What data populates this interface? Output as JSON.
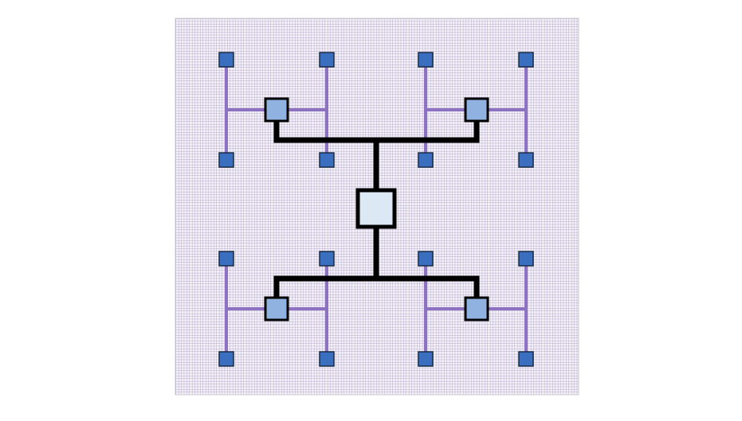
{
  "diagram": {
    "type": "H-tree",
    "colors": {
      "grid_background": "#e8e4f0",
      "grid_lines": "#b4a8cc",
      "leaf_fill": "#3a6fc0",
      "mid_fill": "#8fb2e0",
      "root_fill": "#dce8f4",
      "leaf_wire": "#8c72c0",
      "trunk_wire": "#000000"
    },
    "nodes": {
      "root": 1,
      "mid": 4,
      "leaf": 16
    }
  }
}
